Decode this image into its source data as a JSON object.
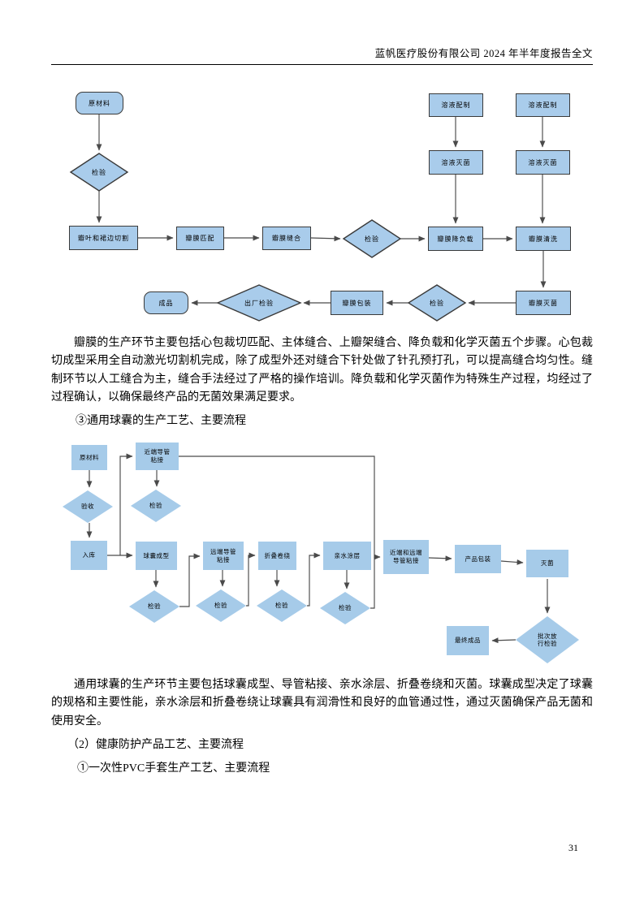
{
  "header": {
    "title": "蓝帆医疗股份有限公司 2024 年半年度报告全文"
  },
  "page": {
    "number": "31"
  },
  "colors": {
    "node_fill1": "#a9cceb",
    "node_fill2": "#a6cbe9",
    "edge": "#4a4a4a"
  },
  "valve_flowchart": {
    "nodes": {
      "raw_material": "原材料",
      "inspect_1": "检验",
      "cutting": "瓣叶和裙边切割",
      "matching": "瓣膜匹配",
      "suturing": "瓣膜缝合",
      "inspect_2": "检验",
      "solution_prep_left": "溶液配制",
      "solution_prep_right": "溶液配制",
      "solution_ster_left": "溶液灭菌",
      "solution_ster_right": "溶液灭菌",
      "load_reduction": "瓣膜降负载",
      "cleaning": "瓣膜清洗",
      "valve_sterilization": "瓣膜灭菌",
      "inspect_3": "检验",
      "packaging": "瓣膜包装",
      "factory_inspection": "出厂检验",
      "finished_product": "成品"
    }
  },
  "valve_paragraph": "瓣膜的生产环节主要包括心包裁切匹配、主体缝合、上瓣架缝合、降负载和化学灭菌五个步骤。心包裁切成型采用全自动激光切割机完成，除了成型外还对缝合下针处做了针孔预打孔，可以提高缝合均匀性。缝制环节以人工缝合为主，缝合手法经过了严格的操作培训。降负载和化学灭菌作为特殊生产过程，均经过了过程确认，以确保最终产品的无菌效果满足要求。",
  "balloon_heading": "③通用球囊的生产工艺、主要流程",
  "balloon_flowchart": {
    "nodes": {
      "raw_material": "原材料",
      "acceptance": "验收",
      "warehousing": "入库",
      "proximal_bonding": "近端导管\n粘接",
      "inspect_proximal": "检验",
      "balloon_forming": "球囊成型",
      "inspect_forming": "检验",
      "distal_bonding": "远端导管\n粘接",
      "inspect_distal": "检验",
      "folding_winding": "折叠卷绕",
      "inspect_folding": "检验",
      "hydrophilic_coating": "亲水涂层",
      "inspect_coating": "检验",
      "proximal_distal_bonding": "近端和远端\n导管粘接",
      "product_packaging": "产品包装",
      "sterilization": "灭菌",
      "batch_release_inspection": "批次放\n行检验",
      "final_product": "最终成品"
    }
  },
  "balloon_paragraph": "通用球囊的生产环节主要包括球囊成型、导管粘接、亲水涂层、折叠卷绕和灭菌。球囊成型决定了球囊的规格和主要性能，亲水涂层和折叠卷绕让球囊具有润滑性和良好的血管通过性，通过灭菌确保产品无菌和使用安全。",
  "health_heading": "（2）健康防护产品工艺、主要流程",
  "pvc_heading": "①一次性PVC手套生产工艺、主要流程"
}
